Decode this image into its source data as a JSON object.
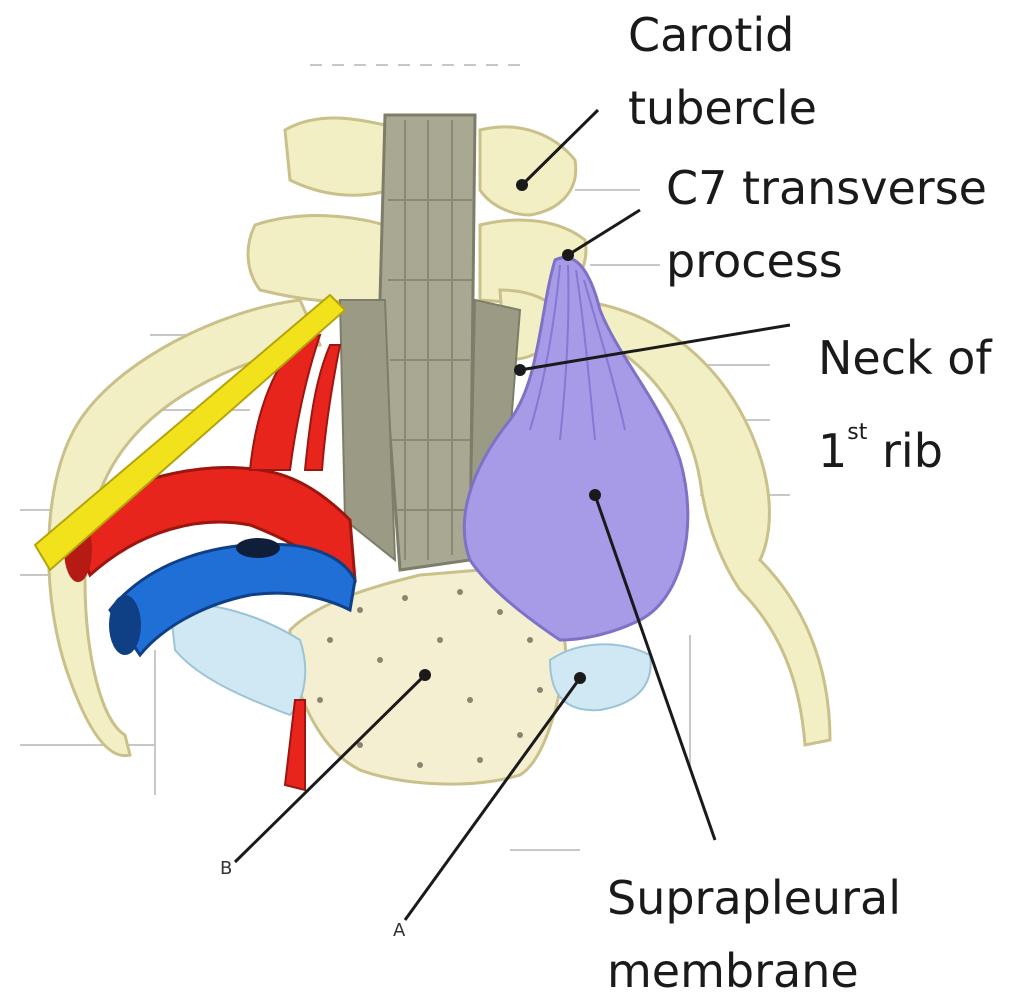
{
  "labels": {
    "carotid_l1": "Carotid",
    "carotid_l2": "tubercle",
    "c7_l1": "C7 transverse",
    "c7_l2": "process",
    "neck_l1": "Neck of",
    "neck_num": "1",
    "neck_sup": "st",
    "neck_word": "rib",
    "supra_l1": "Suprapleural",
    "supra_l2": "membrane",
    "letter_b": "B",
    "letter_a": "A"
  },
  "colors": {
    "bone": "#f3efc4",
    "bone_stroke": "#c9c08a",
    "muscle": "#a8a893",
    "artery": "#e8251c",
    "vein": "#1f6fd6",
    "nerve": "#f2e21b",
    "pleura": "#a79ae6",
    "membrane": "#cfe8f3",
    "leader": "#1a1a1a"
  }
}
